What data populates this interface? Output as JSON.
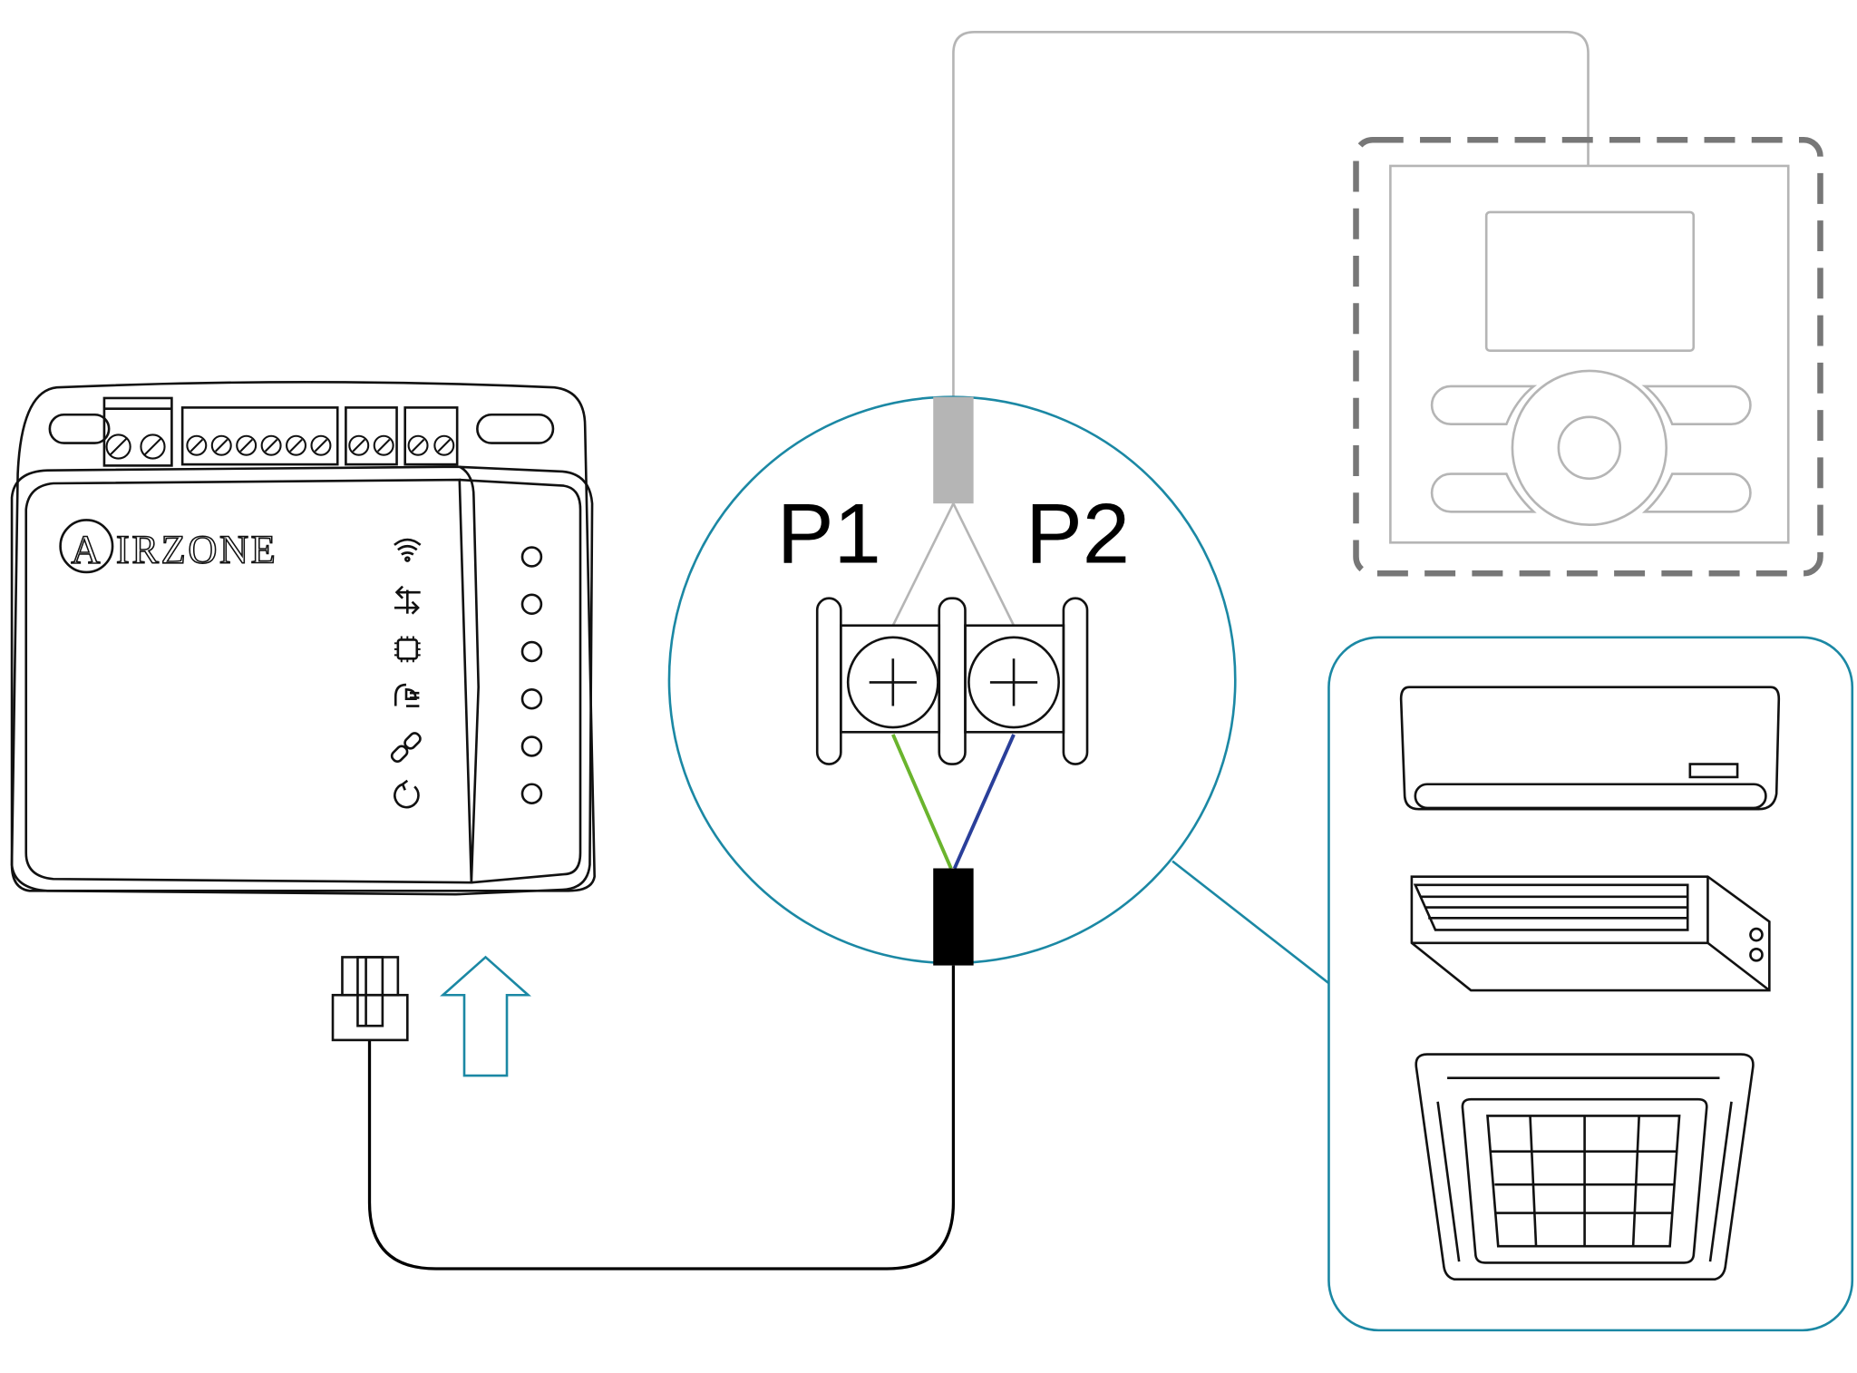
{
  "device": {
    "brand": "AIRZONE",
    "brand_initial": "A",
    "brand_rest": "IRZONE",
    "status_icons": [
      "wifi-icon",
      "data-transfer-icon",
      "chip-icon",
      "power-plug-icon",
      "link-icon",
      "reset-icon"
    ]
  },
  "terminal": {
    "p1_label": "P1",
    "p2_label": "P2"
  },
  "colors": {
    "teal": "#1b88a4",
    "green_wire": "#6ab42d",
    "blue_wire": "#2a3f9a",
    "grey": "#b5b5b5"
  }
}
